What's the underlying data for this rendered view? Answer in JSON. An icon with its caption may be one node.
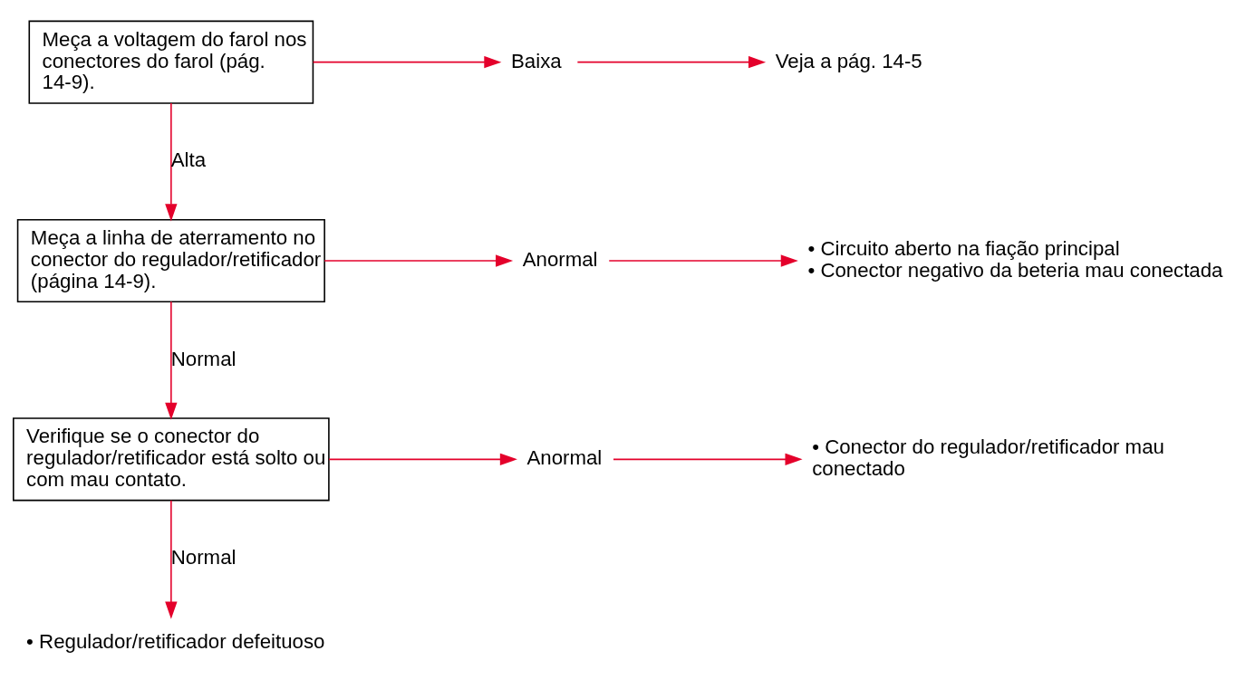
{
  "diagram": {
    "nodes": [
      {
        "text": [
          "Meça a voltagem do farol nos conectores do farol (pág. 14-9)."
        ]
      },
      {
        "text": [
          "Baixa"
        ]
      },
      {
        "text": [
          "Veja a pág. 14-5"
        ]
      },
      {
        "text": [
          "Meça a linha de aterramento no conector do regulador/retificador (página 14-9)."
        ]
      },
      {
        "text": [
          "Anormal"
        ]
      },
      {
        "text": [
          "• Circuito aberto na fiação principal",
          "• Conector negativo da beteria mau conectada"
        ]
      },
      {
        "text": [
          "Verifique se o conector do regulador/retificador está solto ou com mau contato."
        ]
      },
      {
        "text": [
          "Anormal"
        ]
      },
      {
        "text": [
          "• Conector do regulador/retificador mau conectado"
        ]
      },
      {
        "text": [
          "• Regulador/retificador defeituoso"
        ]
      }
    ],
    "edges": [
      {
        "from": 0,
        "to": 1,
        "arrow": "to"
      },
      {
        "from": 1,
        "to": 2,
        "arrow": "to"
      },
      {
        "from": 0,
        "to": 3,
        "arrow": "to",
        "label": "Alta"
      },
      {
        "from": 3,
        "to": 4,
        "arrow": "to"
      },
      {
        "from": 4,
        "to": 5,
        "arrow": "to"
      },
      {
        "from": 3,
        "to": 6,
        "arrow": "to",
        "label": "Normal"
      },
      {
        "from": 6,
        "to": 7,
        "arrow": "to"
      },
      {
        "from": 7,
        "to": 8,
        "arrow": "to"
      },
      {
        "from": 6,
        "to": 9,
        "arrow": "to",
        "label": "Normal"
      }
    ]
  }
}
